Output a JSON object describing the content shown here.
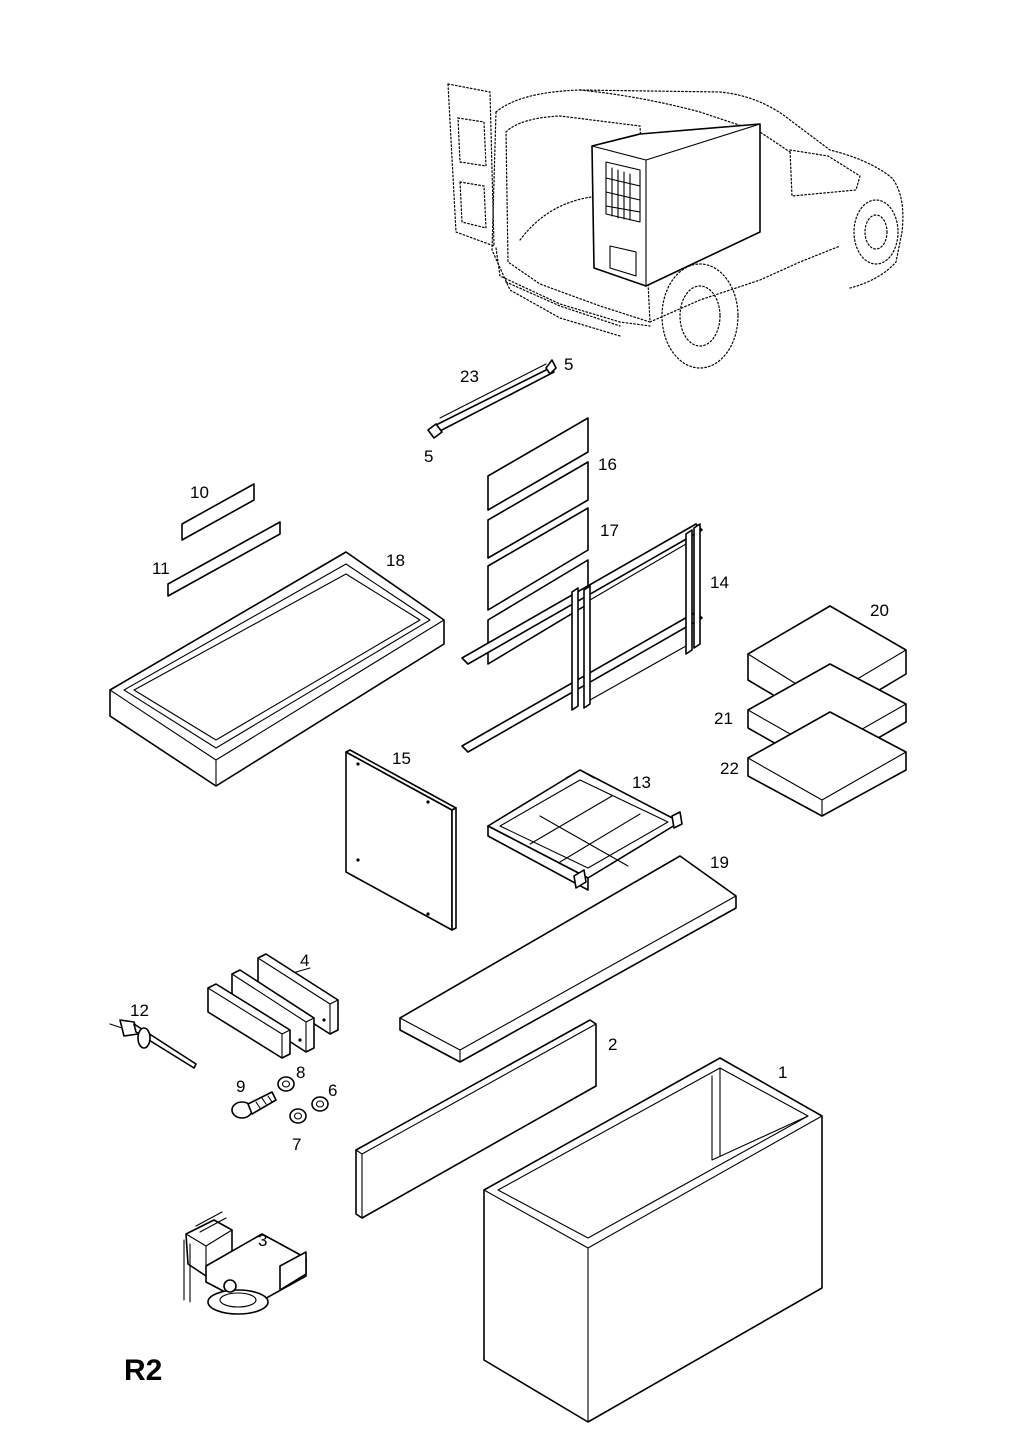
{
  "sheet_code": "R2",
  "callouts": {
    "c1": "1",
    "c2": "2",
    "c3": "3",
    "c4": "4",
    "c5a": "5",
    "c5b": "5",
    "c6": "6",
    "c7": "7",
    "c8": "8",
    "c9": "9",
    "c10": "10",
    "c11": "11",
    "c12": "12",
    "c13": "13",
    "c14": "14",
    "c15": "15",
    "c16": "16",
    "c17": "17",
    "c18": "18",
    "c19": "19",
    "c20": "20",
    "c21": "21",
    "c22": "22",
    "c23": "23"
  },
  "colors": {
    "line": "#000000",
    "background": "#ffffff"
  }
}
